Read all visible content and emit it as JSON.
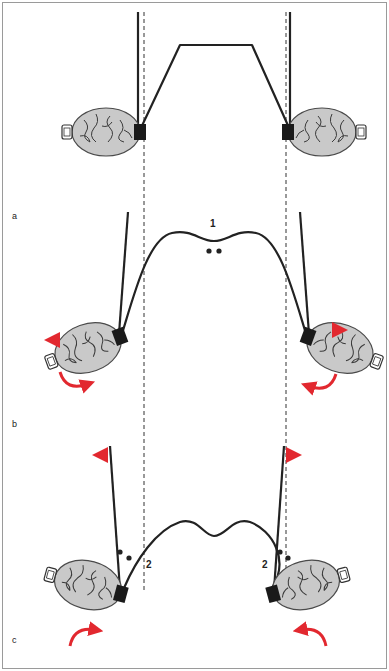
{
  "diagram": {
    "labels": [
      "a",
      "1",
      "b",
      "2",
      "2",
      "c"
    ]
  }
}
